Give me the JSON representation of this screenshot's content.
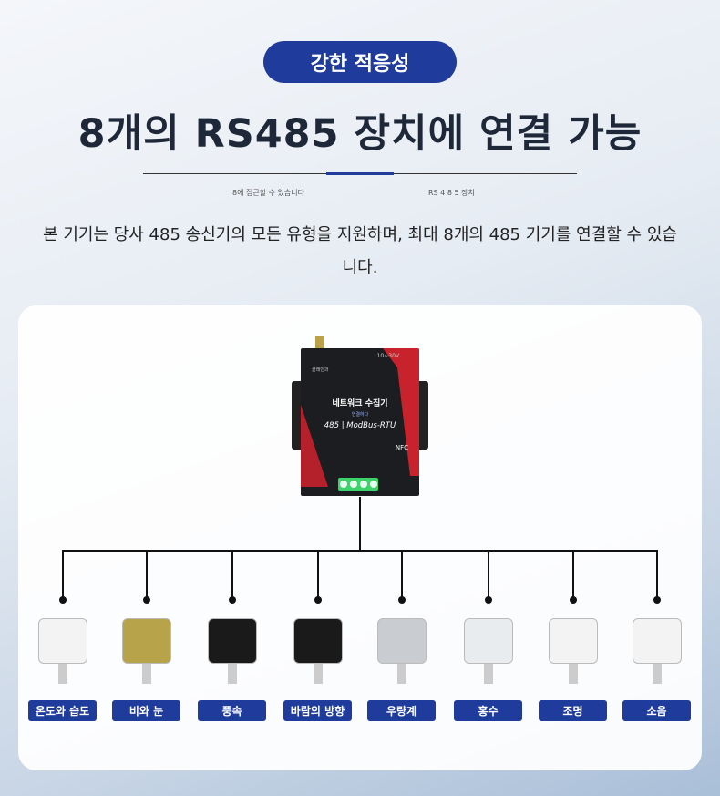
{
  "badge": "강한 적응성",
  "title": "8개의 RS485 장치에 연결 가능",
  "captions": [
    "8에 접근할 수 있습니다",
    "RS 4 8 5 장치"
  ],
  "description": "본 기기는 당사 485 송신기의 모든 유형을 지원하며, 최대 8개의 485 기기를 연결할 수 있습니다.",
  "device": {
    "name": "네트워크 수집기",
    "sub": "연결하다",
    "protocol": "485 | ModBus-RTU",
    "nfc": "NFC",
    "voltage": "10~30V",
    "brand": "클래인과"
  },
  "sensors": [
    {
      "label": "온도와 습도",
      "color": "#f3f3f3"
    },
    {
      "label": "비와 눈",
      "color": "#b6a34a"
    },
    {
      "label": "풍속",
      "color": "#1a1a1a"
    },
    {
      "label": "바람의 방향",
      "color": "#1a1a1a"
    },
    {
      "label": "우량계",
      "color": "#c9ccd0"
    },
    {
      "label": "홍수",
      "color": "#e9ecef"
    },
    {
      "label": "조명",
      "color": "#f3f3f3"
    },
    {
      "label": "소음",
      "color": "#f3f3f3"
    }
  ],
  "accent": "#1f3b9c"
}
